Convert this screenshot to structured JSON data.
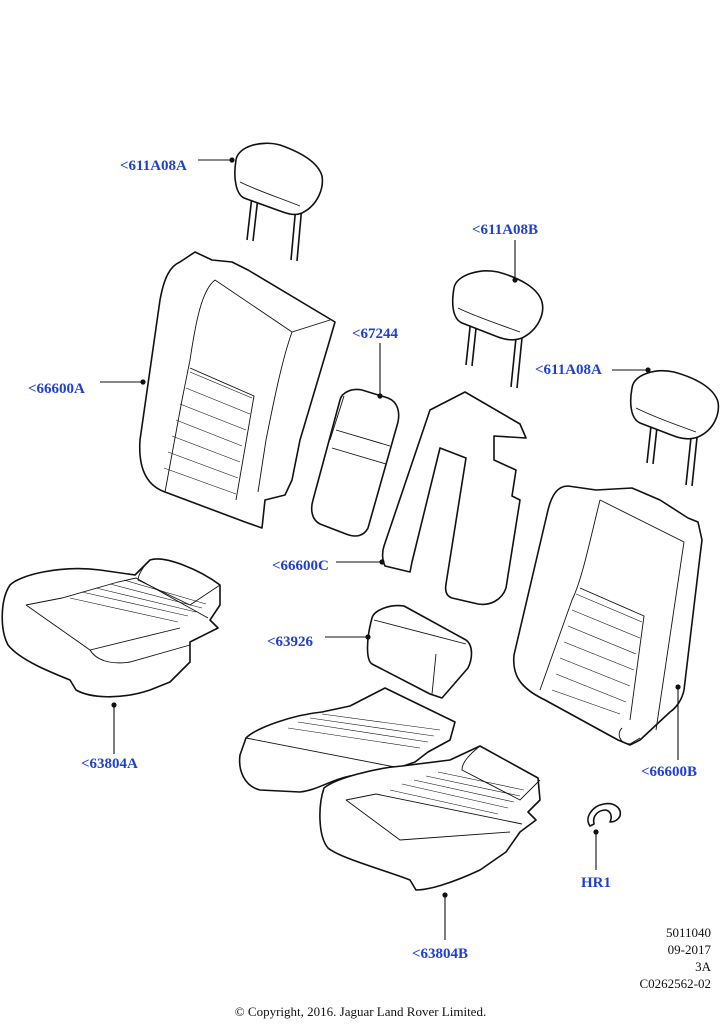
{
  "callouts": [
    {
      "id": "c1",
      "text": "<611A08A"
    },
    {
      "id": "c2",
      "text": "<611A08B"
    },
    {
      "id": "c3",
      "text": "<67244"
    },
    {
      "id": "c4",
      "text": "<66600A"
    },
    {
      "id": "c5",
      "text": "<611A08A"
    },
    {
      "id": "c6",
      "text": "<66600C"
    },
    {
      "id": "c7",
      "text": "<63926"
    },
    {
      "id": "c8",
      "text": "<63804A"
    },
    {
      "id": "c9",
      "text": "<66600B"
    },
    {
      "id": "c10",
      "text": "HR1"
    },
    {
      "id": "c11",
      "text": "<63804B"
    }
  ],
  "meta": {
    "line1": "5011040",
    "line2": "09-2017",
    "line3": "3A",
    "line4": "C0262562-02"
  },
  "copyright": "© Copyright, 2016. Jaguar Land Rover Limited.",
  "colors": {
    "callout": "#1f3fcf",
    "line": "#111111"
  }
}
